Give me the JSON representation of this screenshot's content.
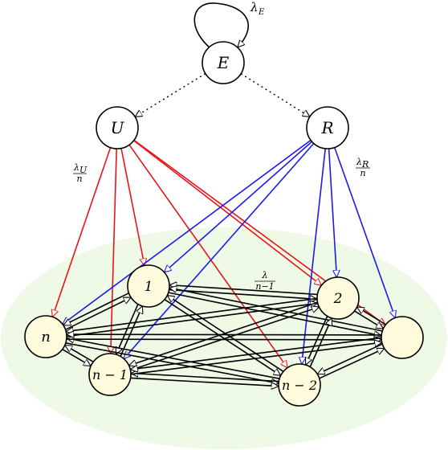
{
  "nodes": {
    "E": {
      "label": "E"
    },
    "U": {
      "label": "U"
    },
    "R": {
      "label": "R"
    },
    "n1": {
      "label": "1"
    },
    "n2": {
      "label": "2"
    },
    "nn": {
      "label": "n"
    },
    "nm1": {
      "label": "n − 1"
    },
    "nm2": {
      "label": "n − 2"
    },
    "blank": {
      "label": ""
    }
  },
  "labels": {
    "lambda_E": {
      "main": "λ",
      "sub": "E"
    },
    "lambda_U": {
      "num_main": "λ",
      "num_sub": "U",
      "den": "n"
    },
    "lambda_R": {
      "num_main": "λ",
      "num_sub": "R",
      "den": "n"
    },
    "lambda": {
      "num": "λ",
      "den": "n−1"
    }
  },
  "colors": {
    "u_edges": "#e8141c",
    "r_edges": "#1a1aee",
    "worker_fill": "#fffbdc",
    "region_fill": "#eef9e6",
    "dotted": "#000000"
  }
}
